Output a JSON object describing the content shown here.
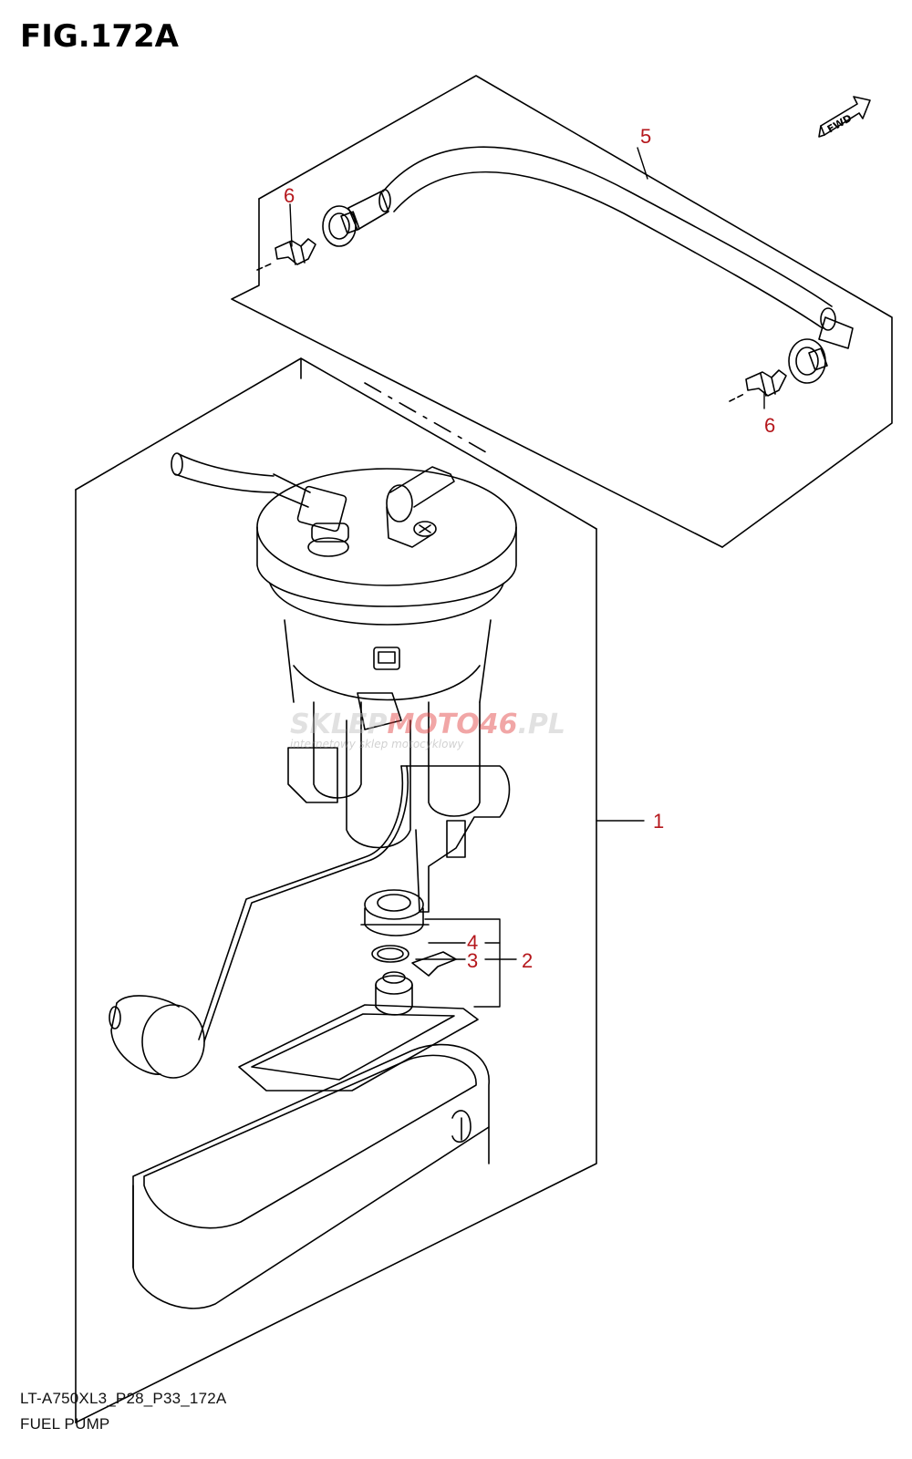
{
  "figure": {
    "title": "FIG.172A"
  },
  "footer": {
    "model_code": "LT-A750XL3_P28_P33_172A",
    "part_group": "FUEL PUMP"
  },
  "fwd_label": "FWD",
  "callouts": [
    "1",
    "2",
    "3",
    "4",
    "5",
    "6",
    "6"
  ],
  "watermark": {
    "brand_left": "SKLEP",
    "brand_mid": "MOTO",
    "brand_num": "46",
    "brand_tld": ".PL",
    "tagline": "internetowy sklep motocyklowy"
  },
  "colors": {
    "callout": "#b5171c",
    "line": "#000000",
    "watermark_red": "#e23b3b",
    "watermark_gray": "#bdbdbd"
  }
}
